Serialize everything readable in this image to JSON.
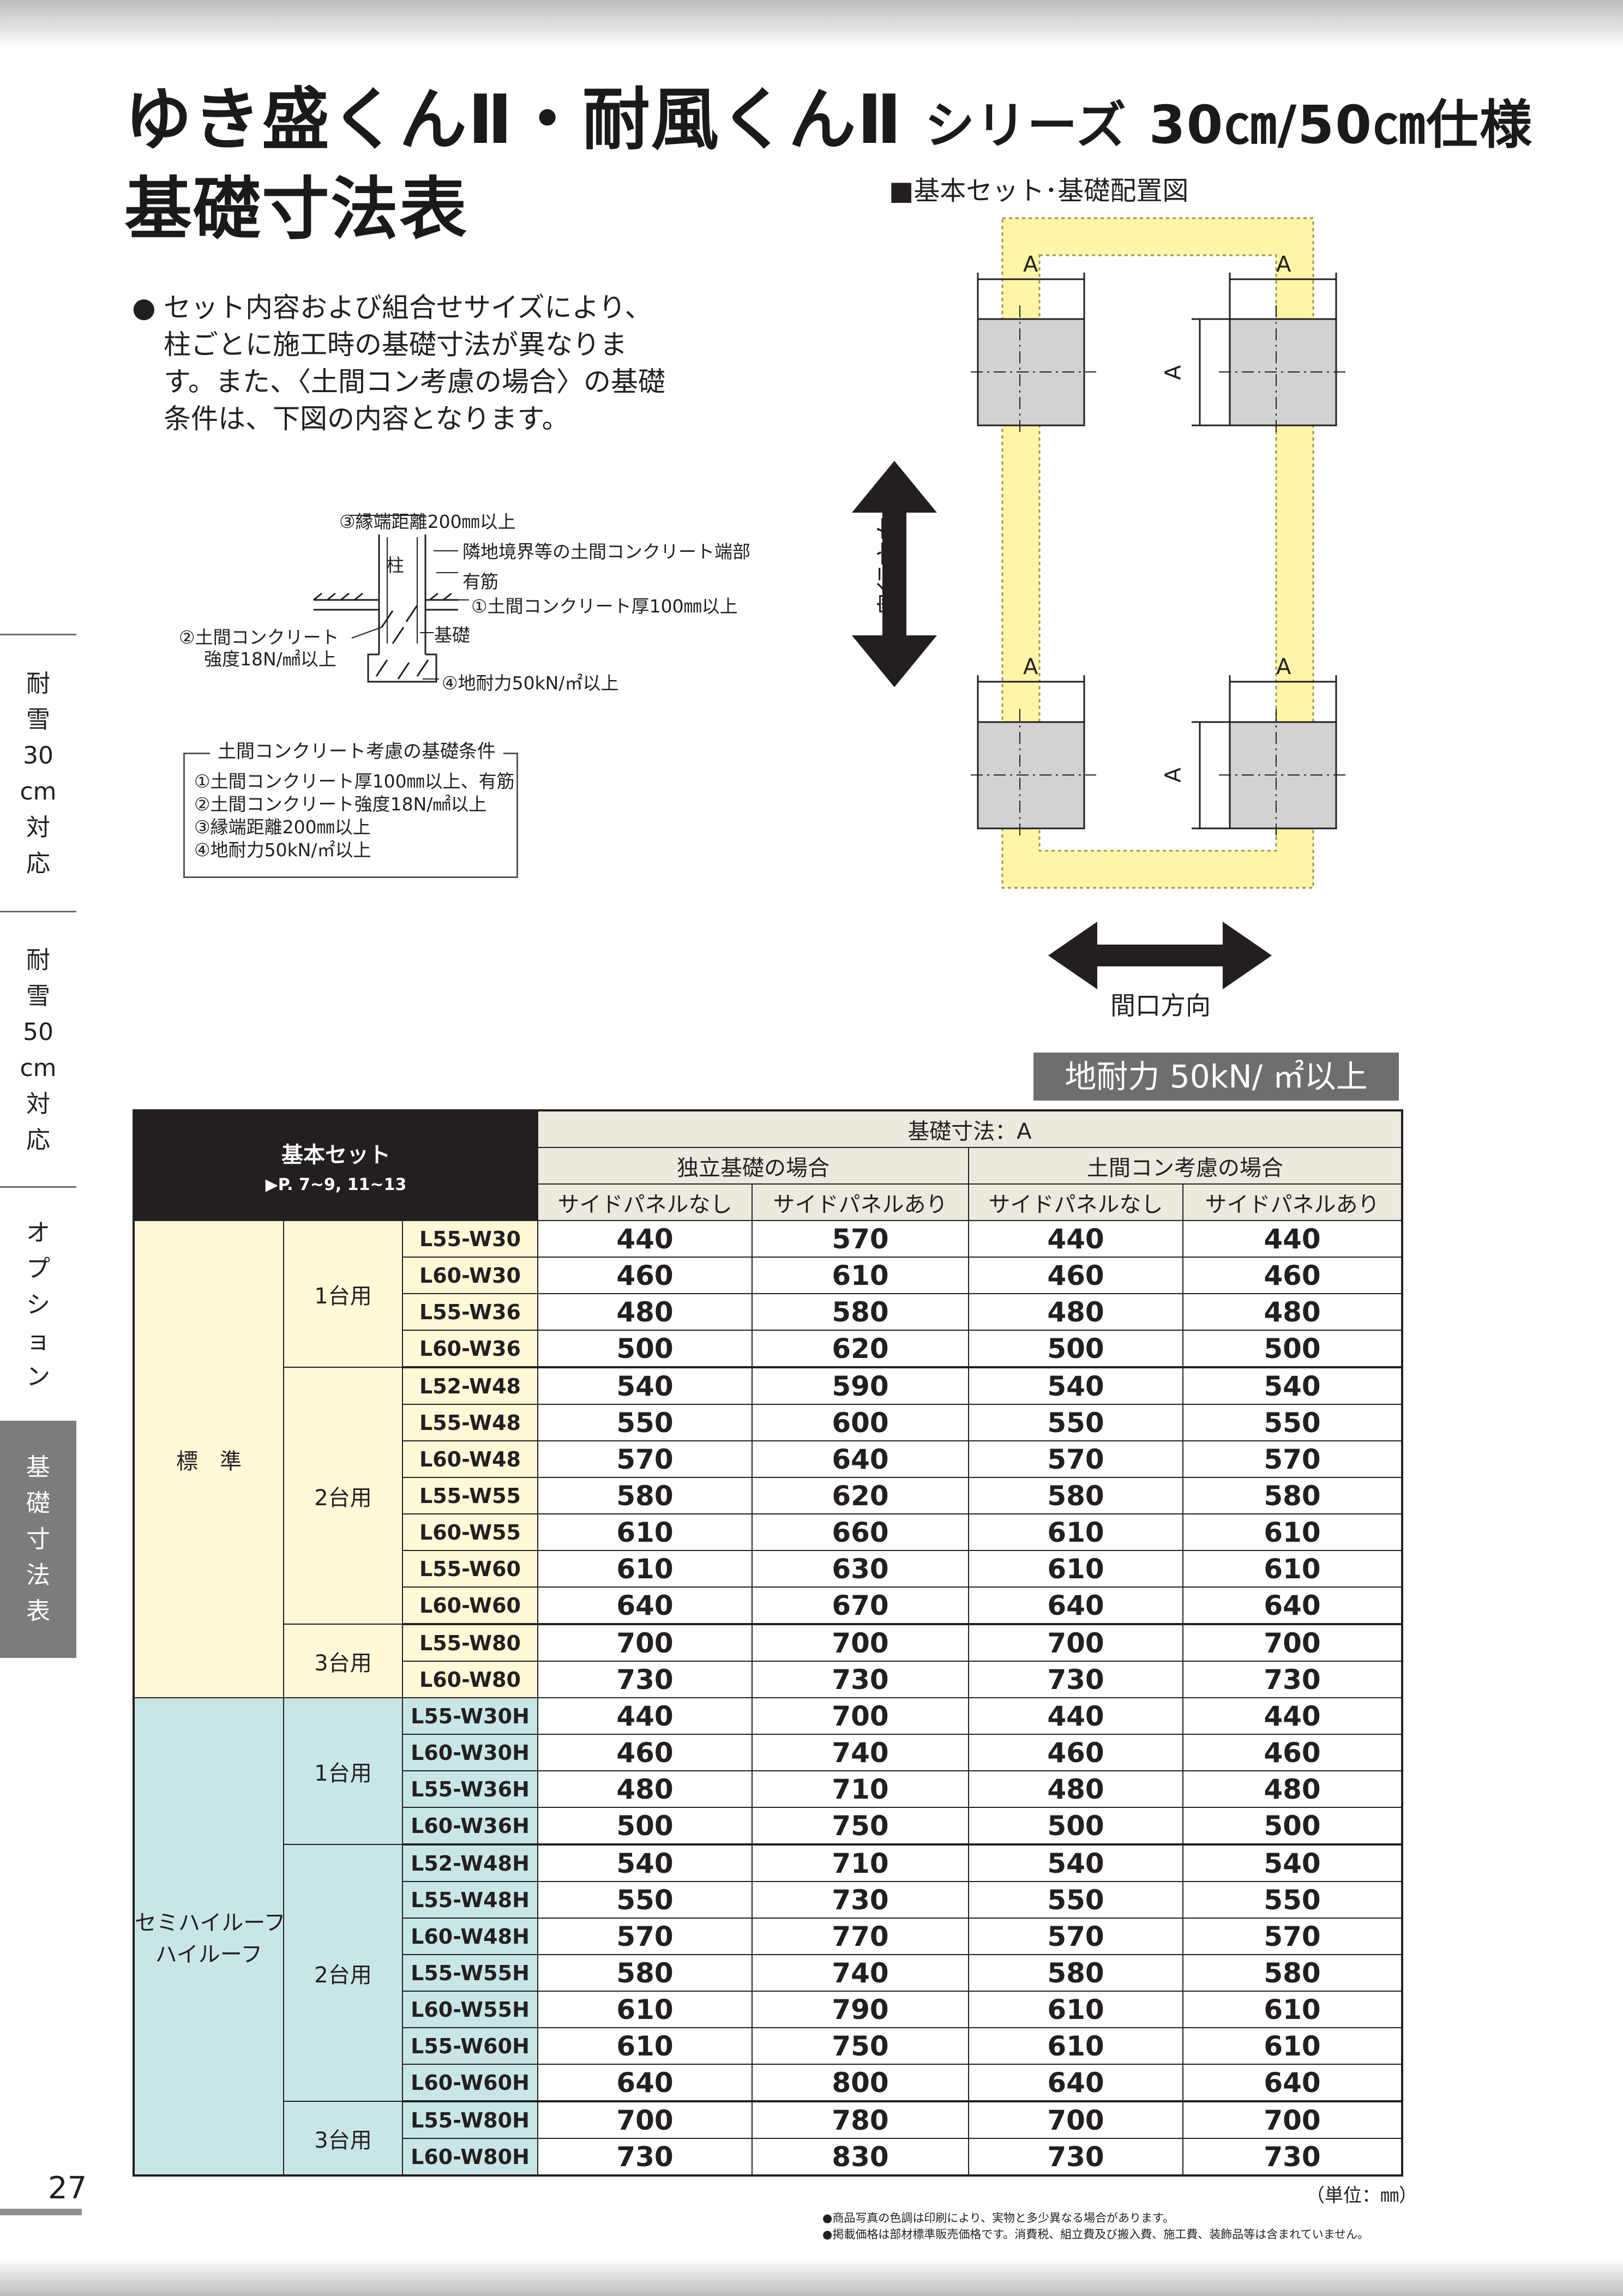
{
  "title": {
    "line1_main": "ゆき盛くんⅡ・耐風くんⅡ",
    "line1_series": "シリーズ",
    "line1_spec": "30㎝/50㎝仕様",
    "line2": "基礎寸法表"
  },
  "description": {
    "bullet": "●",
    "text": "セット内容および組合せサイズにより、柱ごとに施工時の基礎寸法が異なります。また、〈土間コン考慮の場合〉の基礎条件は、下図の内容となります。"
  },
  "section": {
    "labels": {
      "edge_distance": "③縁端距離200㎜以上",
      "post": "柱",
      "neighbor": "隣地境界等の土間コンクリート端部",
      "rebar": "有筋",
      "thickness": "①土間コンクリート厚100㎜以上",
      "strength_1": "②土間コンクリート",
      "strength_2": "強度18N/㎟以上",
      "foundation": "基礎",
      "bearing": "④地耐力50kN/㎡以上"
    }
  },
  "conditions": {
    "title": "土間コンクリート考慮の基礎条件",
    "items": [
      "①土間コンクリート厚100㎜以上、有筋",
      "②土間コンクリート強度18N/㎟以上",
      "③縁端距離200㎜以上",
      "④地耐力50kN/㎡以上"
    ]
  },
  "layout_diagram": {
    "title": "■基本セット･基礎配置図",
    "dim_label": "A",
    "depth_label": "奥行方向",
    "width_label": "間口方向",
    "highlight_color": "#fff5a8"
  },
  "side_tabs": [
    {
      "label": "耐雪30㎝対応",
      "chars": [
        "耐",
        "雪",
        "30",
        "cm",
        "対",
        "応"
      ],
      "active": false
    },
    {
      "label": "耐雪50㎝対応",
      "chars": [
        "耐",
        "雪",
        "50",
        "cm",
        "対",
        "応"
      ],
      "active": false
    },
    {
      "label": "オプション",
      "chars": [
        "オ",
        "プ",
        "シ",
        "ョ",
        "ン"
      ],
      "active": false
    },
    {
      "label": "基礎寸法表",
      "chars": [
        "基",
        "礎",
        "寸",
        "法",
        "表"
      ],
      "active": true
    }
  ],
  "page_number": "27",
  "badge": "地耐力 50kN/ ㎡以上",
  "table": {
    "header": {
      "basic_set": "基本セット",
      "pages": "▶P. 7~9, 11~13",
      "dim": "基礎寸法：A",
      "independent": "独立基礎の場合",
      "slab": "土間コン考慮の場合",
      "no_panel": "サイドパネルなし",
      "with_panel": "サイドパネルあり"
    },
    "groups": [
      {
        "name_lines": [
          "標　準"
        ],
        "style": "std",
        "subgroups": [
          {
            "count": "1台用",
            "rows": [
              {
                "model": "L55-W30",
                "v": [
                  "440",
                  "570",
                  "440",
                  "440"
                ]
              },
              {
                "model": "L60-W30",
                "v": [
                  "460",
                  "610",
                  "460",
                  "460"
                ]
              },
              {
                "model": "L55-W36",
                "v": [
                  "480",
                  "580",
                  "480",
                  "480"
                ]
              },
              {
                "model": "L60-W36",
                "v": [
                  "500",
                  "620",
                  "500",
                  "500"
                ]
              }
            ]
          },
          {
            "count": "2台用",
            "rows": [
              {
                "model": "L52-W48",
                "v": [
                  "540",
                  "590",
                  "540",
                  "540"
                ]
              },
              {
                "model": "L55-W48",
                "v": [
                  "550",
                  "600",
                  "550",
                  "550"
                ]
              },
              {
                "model": "L60-W48",
                "v": [
                  "570",
                  "640",
                  "570",
                  "570"
                ]
              },
              {
                "model": "L55-W55",
                "v": [
                  "580",
                  "620",
                  "580",
                  "580"
                ]
              },
              {
                "model": "L60-W55",
                "v": [
                  "610",
                  "660",
                  "610",
                  "610"
                ]
              },
              {
                "model": "L55-W60",
                "v": [
                  "610",
                  "630",
                  "610",
                  "610"
                ]
              },
              {
                "model": "L60-W60",
                "v": [
                  "640",
                  "670",
                  "640",
                  "640"
                ]
              }
            ]
          },
          {
            "count": "3台用",
            "rows": [
              {
                "model": "L55-W80",
                "v": [
                  "700",
                  "700",
                  "700",
                  "700"
                ]
              },
              {
                "model": "L60-W80",
                "v": [
                  "730",
                  "730",
                  "730",
                  "730"
                ]
              }
            ]
          }
        ]
      },
      {
        "name_lines": [
          "セミハイルーフ",
          "ハイルーフ"
        ],
        "style": "semi",
        "subgroups": [
          {
            "count": "1台用",
            "rows": [
              {
                "model": "L55-W30H",
                "v": [
                  "440",
                  "700",
                  "440",
                  "440"
                ]
              },
              {
                "model": "L60-W30H",
                "v": [
                  "460",
                  "740",
                  "460",
                  "460"
                ]
              },
              {
                "model": "L55-W36H",
                "v": [
                  "480",
                  "710",
                  "480",
                  "480"
                ]
              },
              {
                "model": "L60-W36H",
                "v": [
                  "500",
                  "750",
                  "500",
                  "500"
                ]
              }
            ]
          },
          {
            "count": "2台用",
            "rows": [
              {
                "model": "L52-W48H",
                "v": [
                  "540",
                  "710",
                  "540",
                  "540"
                ]
              },
              {
                "model": "L55-W48H",
                "v": [
                  "550",
                  "730",
                  "550",
                  "550"
                ]
              },
              {
                "model": "L60-W48H",
                "v": [
                  "570",
                  "770",
                  "570",
                  "570"
                ]
              },
              {
                "model": "L55-W55H",
                "v": [
                  "580",
                  "740",
                  "580",
                  "580"
                ]
              },
              {
                "model": "L60-W55H",
                "v": [
                  "610",
                  "790",
                  "610",
                  "610"
                ]
              },
              {
                "model": "L55-W60H",
                "v": [
                  "610",
                  "750",
                  "610",
                  "610"
                ]
              },
              {
                "model": "L60-W60H",
                "v": [
                  "640",
                  "800",
                  "640",
                  "640"
                ]
              }
            ]
          },
          {
            "count": "3台用",
            "rows": [
              {
                "model": "L55-W80H",
                "v": [
                  "700",
                  "780",
                  "700",
                  "700"
                ]
              },
              {
                "model": "L60-W80H",
                "v": [
                  "730",
                  "830",
                  "730",
                  "730"
                ]
              }
            ]
          }
        ]
      }
    ]
  },
  "unit": "（単位：㎜）",
  "notes": [
    "●商品写真の色調は印刷により、実物と多少異なる場合があります。",
    "●掲載価格は部材標準販売価格です。消費税、組立費及び搬入費、施工費、装飾品等は含まれていません。"
  ]
}
